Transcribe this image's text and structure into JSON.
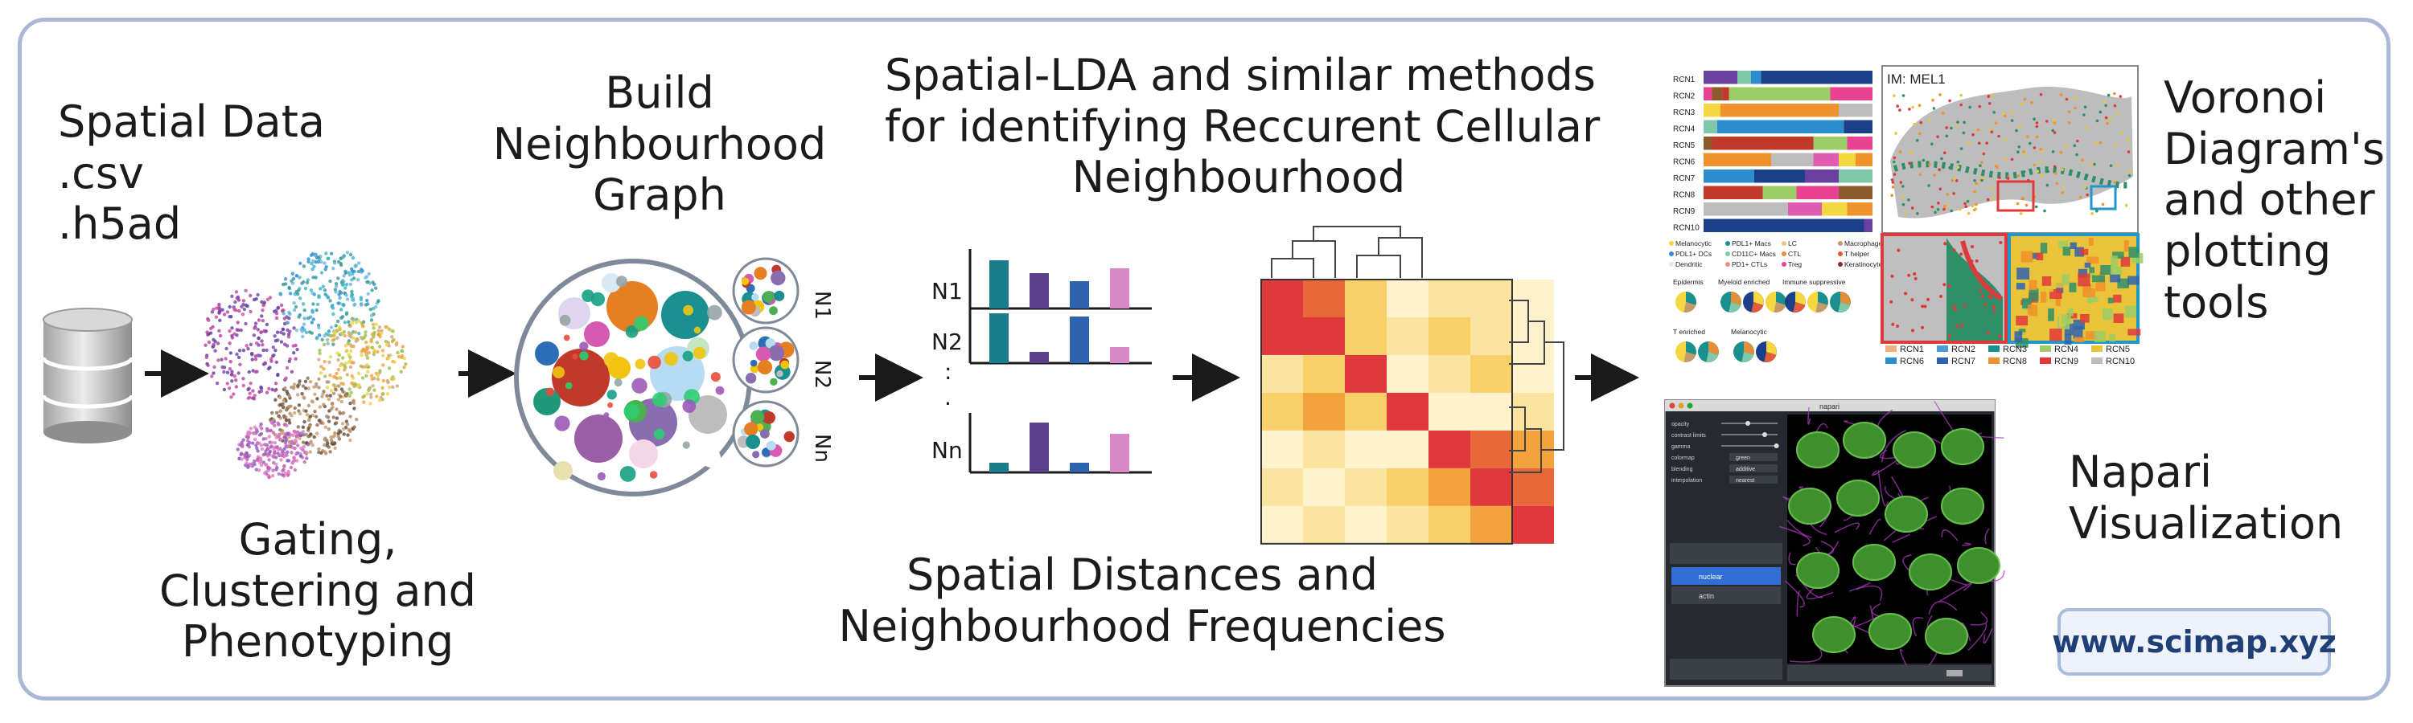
{
  "labels": {
    "spatial_data": [
      "Spatial Data",
      ".csv",
      ".h5ad"
    ],
    "build_graph": [
      "Build",
      "Neighbourhood",
      "Graph"
    ],
    "lda": [
      "Spatial-LDA and similar methods",
      "for identifying Reccurent Cellular",
      "Neighbourhood"
    ],
    "gating": [
      "Gating,",
      "Clustering and",
      "Phenotyping"
    ],
    "distances": [
      "Spatial Distances and",
      "Neighbourhood Frequencies"
    ],
    "voronoi": [
      "Voronoi",
      "Diagram's",
      "and other",
      "plotting",
      "tools"
    ],
    "napari": [
      "Napari",
      "Visualization"
    ],
    "website": "www.scimap.xyz"
  },
  "neighbourhoods": [
    "N1",
    "N2",
    "Nn"
  ],
  "bar_rows": [
    "N1",
    "N2",
    ":",
    "Nn"
  ],
  "rcn_rows": [
    "RCN1",
    "RCN2",
    "RCN3",
    "RCN4",
    "RCN5",
    "RCN6",
    "RCN7",
    "RCN8",
    "RCN9",
    "RCN10"
  ],
  "voronoi_title": "IM: MEL1",
  "voronoi_legend": [
    "RCN1",
    "RCN2",
    "RCN3",
    "RCN4",
    "RCN5",
    "RCN6",
    "RCN7",
    "RCN8",
    "RCN9",
    "RCN10"
  ],
  "celltype_legend": [
    "Melanocytic",
    "PDL1+ Macs",
    "LC",
    "Macrophage",
    "PDL1+ DCs",
    "CD11C+ Macs",
    "CTL",
    "T helper",
    "Dendritic",
    "PD1+ CTLs",
    "Treg",
    "Keratinocyte"
  ],
  "pie_groups": [
    "Epidermis",
    "Myeloid enriched",
    "Immune suppressive",
    "T enriched",
    "Melanocytic"
  ],
  "napari": {
    "window_title": "napari",
    "controls": [
      "opacity",
      "contrast limits",
      "gamma",
      "colormap",
      "blending",
      "interpolation"
    ],
    "control_values": [
      "",
      "",
      "",
      "green",
      "additive",
      "nearest"
    ],
    "layers": [
      "nuclear",
      "actin"
    ]
  },
  "colors": {
    "frame": "#a9b8d6",
    "teal": "#1a7d8e",
    "purple": "#5b3f8a",
    "blue": "#2f63b0",
    "pink": "#d78ac5",
    "heat_high": "#e0393b",
    "heat_low": "#fdf2cc"
  }
}
